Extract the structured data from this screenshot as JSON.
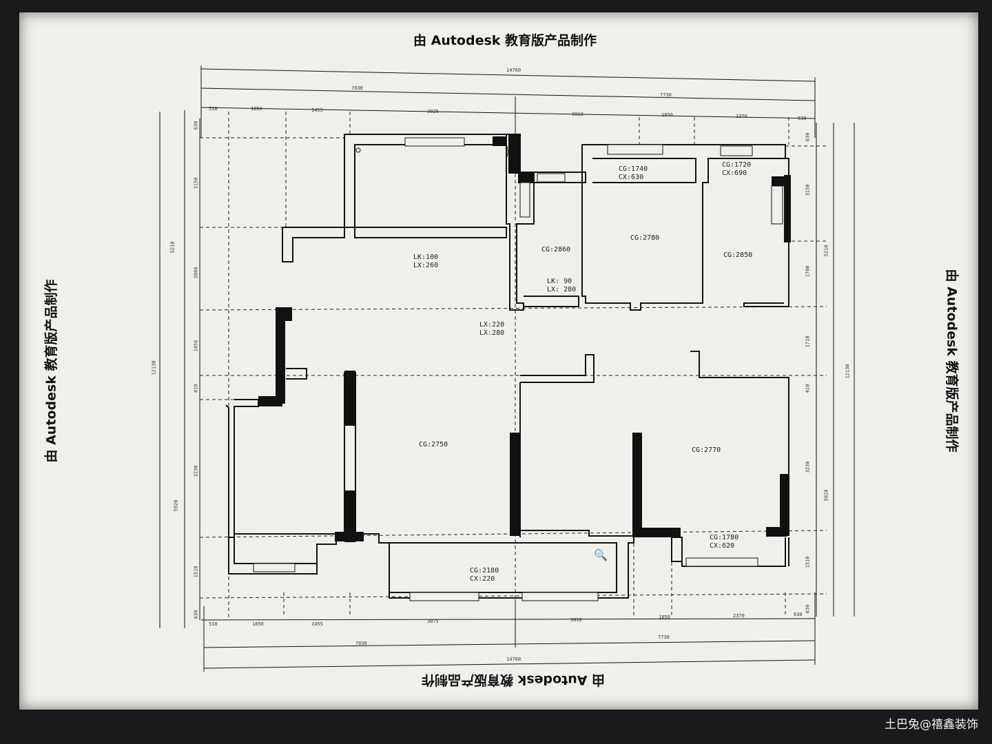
{
  "watermark": "由 Autodesk 教育版产品制作",
  "credit": "土巴兔@禧鑫装饰",
  "rooms": [
    {
      "id": "living",
      "lines": [
        "LK:100",
        "LX:260"
      ]
    },
    {
      "id": "corridor",
      "lines": [
        "LX:220",
        "LX:280"
      ]
    },
    {
      "id": "bath-small",
      "lines": [
        "CG:2860"
      ]
    },
    {
      "id": "bath-door",
      "lines": [
        "LK: 90",
        "LX: 280"
      ]
    },
    {
      "id": "room-a-window",
      "lines": [
        "CG:1740",
        "CX:630"
      ]
    },
    {
      "id": "room-a",
      "lines": [
        "CG:2780"
      ]
    },
    {
      "id": "room-b-window",
      "lines": [
        "CG:1720",
        "CX:690"
      ]
    },
    {
      "id": "room-b",
      "lines": [
        "CG:2850"
      ]
    },
    {
      "id": "main-hall",
      "lines": [
        "CG:2750"
      ]
    },
    {
      "id": "bedroom",
      "lines": [
        "CG:2770"
      ]
    },
    {
      "id": "balcony",
      "lines": [
        "CG:2180",
        "CX:220"
      ]
    },
    {
      "id": "bedroom-window",
      "lines": [
        "CG:1780",
        "CX:620"
      ]
    }
  ],
  "dimensions": {
    "top_total": "14760",
    "top_left": "7030",
    "top_right": "7730",
    "top_segments": [
      "510",
      "1850",
      "1455",
      "3025",
      "3010",
      "1850",
      "2370",
      "630"
    ],
    "bottom_total": "14760",
    "bottom_left": "7030",
    "bottom_right": "7730",
    "bottom_segments": [
      "510",
      "1850",
      "1455",
      "3075",
      "3010",
      "1850",
      "2370",
      "630"
    ],
    "left_total": "12130",
    "left_upper": "5210",
    "left_lower": "5920",
    "left_segments": [
      "630",
      "3150",
      "2080",
      "1456",
      "410",
      "3230",
      "1510",
      "630"
    ],
    "right_total": "12130",
    "right_upper": "5210",
    "right_lower": "5920",
    "right_segments": [
      "630",
      "3150",
      "1700",
      "1710",
      "410",
      "3230",
      "1510",
      "630"
    ]
  },
  "icons": [
    "zoom-icon"
  ]
}
